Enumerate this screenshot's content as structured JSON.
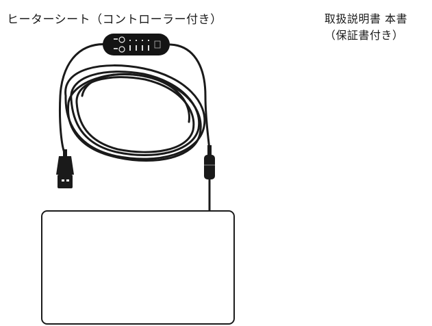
{
  "heater_label": "ヒーターシート（コントローラー付き）",
  "manual_label": {
    "line1": "取扱説明書 本書",
    "line2": "（保証書付き）"
  },
  "icons": [
    "controller-icon",
    "usb-plug-icon",
    "inline-connector-icon",
    "heater-sheet-icon"
  ]
}
